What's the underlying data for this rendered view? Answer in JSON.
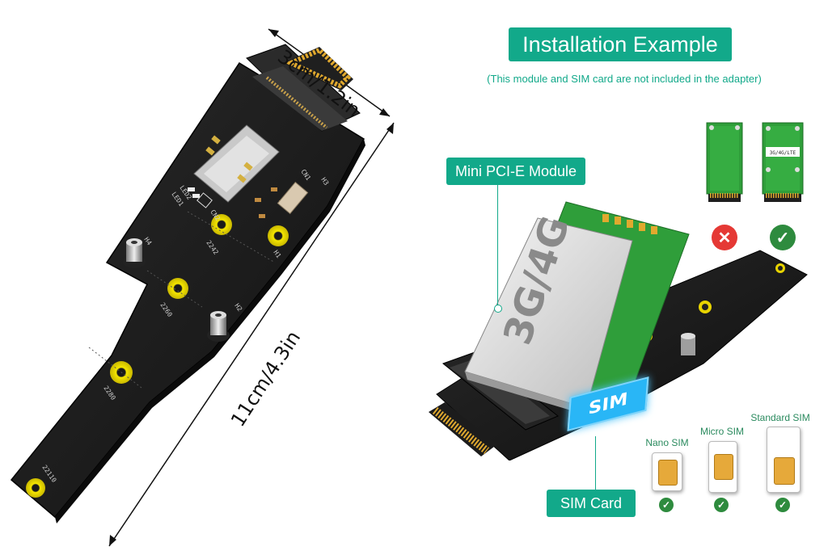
{
  "dimensions": {
    "width_label": "3cm/1.2in",
    "length_label": "11cm/4.3in"
  },
  "header": {
    "title": "Installation Example",
    "subtitle": "(This module and SIM card are not included in the adapter)"
  },
  "callouts": {
    "module": "Mini PCI-E Module",
    "sim_card": "SIM Card",
    "module_chip_text": "3G/4G",
    "sim_tag_text": "SIM",
    "good_card_text": "3G/4G/LTE"
  },
  "sim_types": [
    {
      "label": "Nano SIM"
    },
    {
      "label": "Micro SIM"
    },
    {
      "label": "Standard SIM"
    }
  ],
  "board_labels": [
    "2242",
    "2260",
    "2280",
    "22110",
    "H1",
    "H2",
    "H3",
    "H4",
    "CN1",
    "CN2",
    "LED1",
    "LED2"
  ],
  "colors": {
    "accent": "#12a98a",
    "pcb": "#1c1c1c",
    "mount_hole": "#f2e200",
    "check": "#2e8b3e",
    "cross": "#e53935"
  }
}
